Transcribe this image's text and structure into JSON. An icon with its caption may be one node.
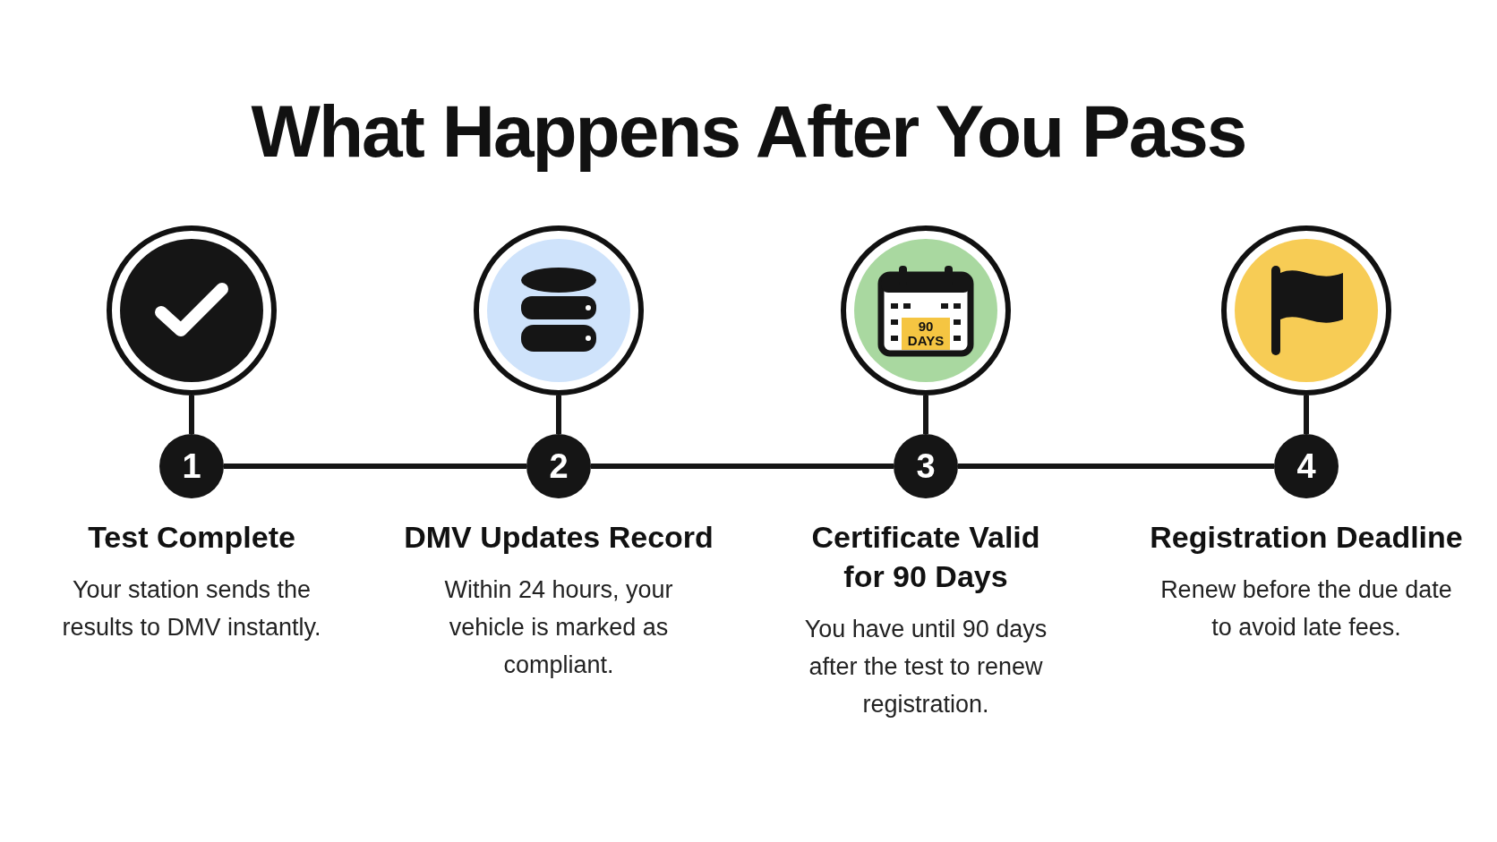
{
  "diagram": {
    "title": "What Happens After You Pass",
    "nodes": [
      {
        "text": [],
        "shape": "circle"
      },
      {
        "text": [],
        "shape": "circle"
      },
      {
        "text": [
          "90 DAYS"
        ]
      },
      {
        "text": [],
        "shape": "circle"
      },
      {
        "text": [
          "1"
        ],
        "beside": [
          "Test Complete",
          "Your station sends the results to DMV instantly."
        ]
      },
      {
        "text": [
          "2"
        ],
        "beside": [
          "DMV Updates Record",
          "Within 24 hours, your vehicle is marked as compliant."
        ]
      },
      {
        "text": [
          "3"
        ],
        "beside": [
          "Certificate Valid for 90 Days",
          "You have until 90 days after the test to renew registration."
        ]
      },
      {
        "text": [
          "4"
        ],
        "beside": [
          "Registration Deadline",
          "Renew before the due date to avoid late fees."
        ]
      }
    ],
    "edges": [
      {
        "from": 0,
        "to": 4,
        "arrow": "none"
      },
      {
        "from": 1,
        "to": 5,
        "arrow": "none"
      },
      {
        "from": 2,
        "to": 6,
        "arrow": "none"
      },
      {
        "from": 3,
        "to": 7,
        "arrow": "none"
      },
      {
        "from": 4,
        "to": 5,
        "arrow": "none"
      },
      {
        "from": 5,
        "to": 6,
        "arrow": "none"
      },
      {
        "from": 6,
        "to": 7,
        "arrow": "none"
      }
    ]
  }
}
